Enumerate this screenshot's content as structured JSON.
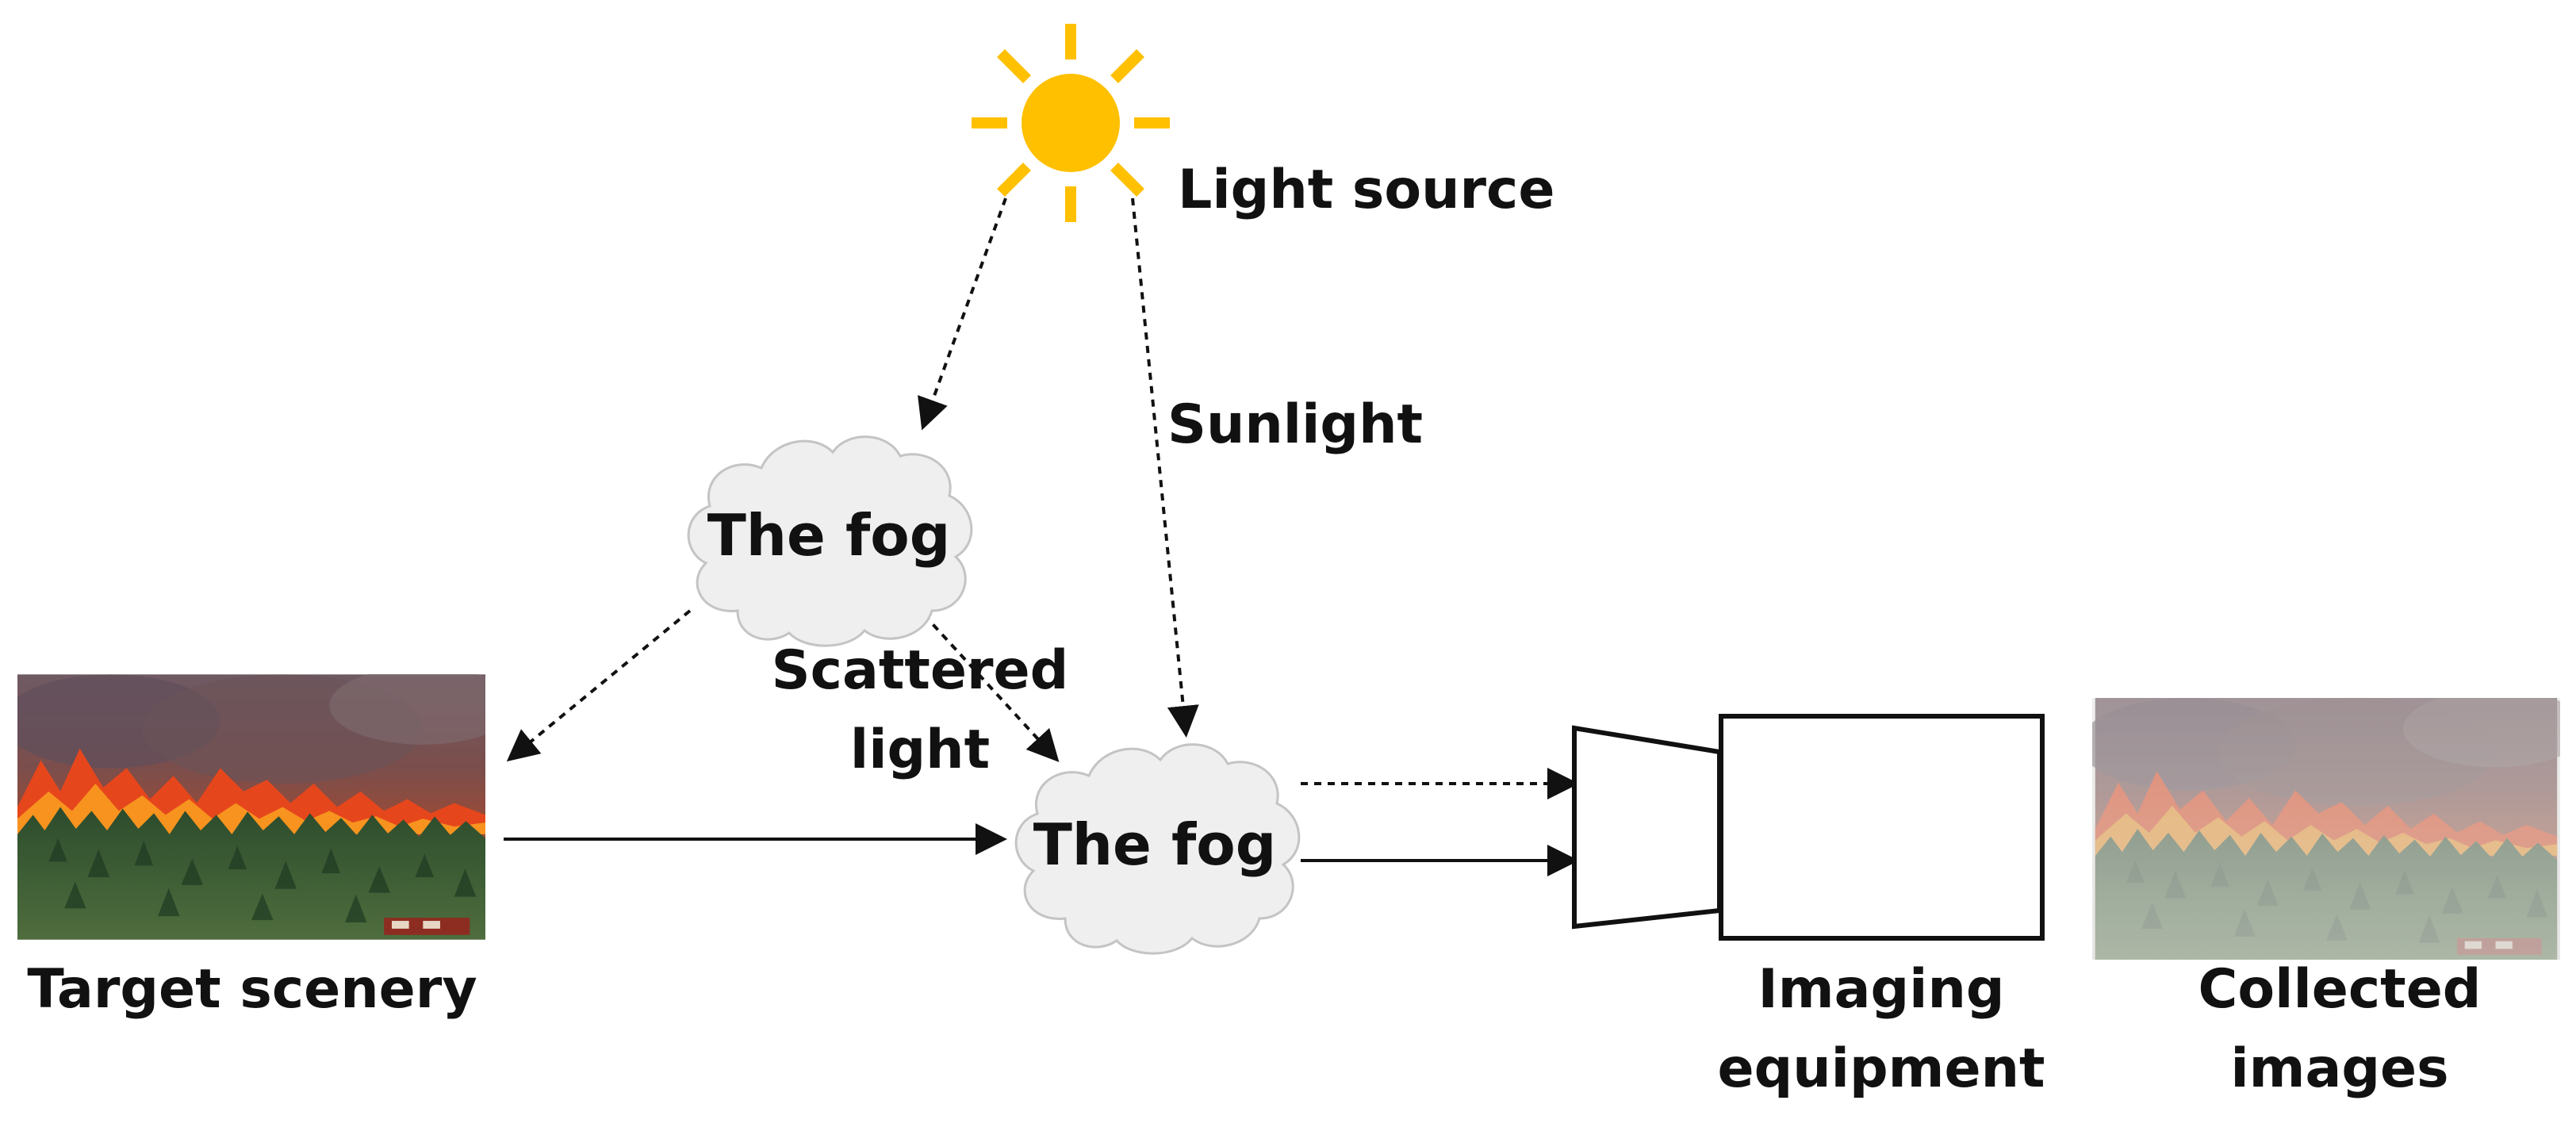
{
  "labels": {
    "light_source": "Light source",
    "sunlight": "Sunlight",
    "fog_upper": "The fog",
    "fog_lower": "The fog",
    "scattered_light_line1": "Scattered",
    "scattered_light_line2": "light",
    "target_scenery": "Target scenery",
    "imaging_equipment_line1": "Imaging",
    "imaging_equipment_line2": "equipment",
    "collected_images_line1": "Collected",
    "collected_images_line2": "images"
  },
  "icons": {
    "sun": "sun-icon",
    "cloud": "cloud-icon",
    "camera": "camera-icon"
  },
  "colors": {
    "sun": "#FFC000",
    "cloud_fill": "#EFEFEF",
    "cloud_stroke": "#C4C4C4",
    "line": "#111111",
    "text": "#111111"
  }
}
